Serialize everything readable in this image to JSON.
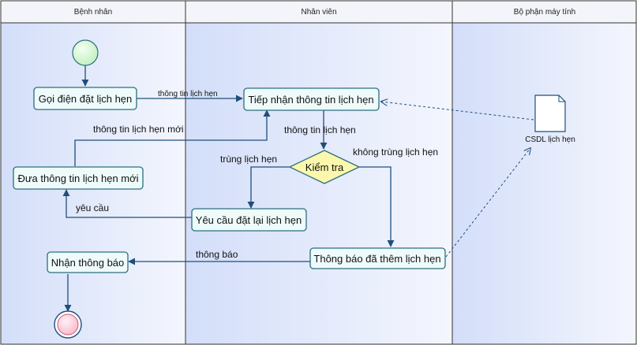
{
  "colors": {
    "lane_bg": "#dfe7fb",
    "header_bg": "#f2f4f9",
    "node_fill": "#eefbfa",
    "node_stroke": "#2b6f7d",
    "edge": "#1f4f7a",
    "decision_fill": "#fbf7ac",
    "start_fill": "#ccf7cb",
    "end_fill": "#fbc9d6"
  },
  "lanes": [
    {
      "title": "Bệnh nhân"
    },
    {
      "title": "Nhân viên"
    },
    {
      "title": "Bộ phận máy tính"
    }
  ],
  "nodes": {
    "call": "Gọi điện đặt lịch hẹn",
    "receive": "Tiếp nhận thông tin lịch hẹn",
    "check": "Kiểm tra",
    "new_info": "Đưa thông tin lịch hẹn mới",
    "rebook": "Yêu cầu đặt lại lịch hẹn",
    "added": "Thông báo đã thêm lịch hẹn",
    "notify": "Nhận thông báo"
  },
  "database": {
    "label": "CSDL lịch hẹn",
    "icon": "file-icon"
  },
  "edge_labels": {
    "call_to_receive": "thông tin lịch hẹn",
    "new_to_receive": "thông tin lịch hẹn mới",
    "receive_to_check": "thông tin lịch hẹn",
    "duplicate": "trùng lịch hẹn",
    "not_duplicate": "không trùng lịch hẹn",
    "request": "yêu cầu",
    "notice": "thông báo"
  }
}
